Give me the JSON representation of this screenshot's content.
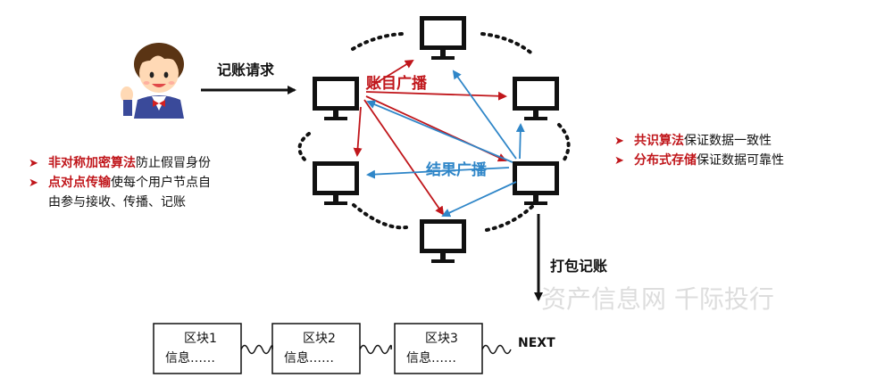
{
  "request_label": "记账请求",
  "ledger_broadcast_label": "账目广播",
  "result_broadcast_label": "结果广播",
  "package_label": "打包记账",
  "left_notes": {
    "line1_highlight": "非对称加密算法",
    "line1_rest": "防止假冒身份",
    "line2_highlight": "点对点传输",
    "line2_rest": "使每个用户节点自",
    "line3": "由参与接收、传播、记账"
  },
  "right_notes": {
    "line1_highlight": "共识算法",
    "line1_rest": "保证数据一致性",
    "line2_highlight": "分布式存储",
    "line2_rest": "保证数据可靠性"
  },
  "blocks": [
    {
      "title": "区块1",
      "info": "信息……"
    },
    {
      "title": "区块2",
      "info": "信息……"
    },
    {
      "title": "区块3",
      "info": "信息……"
    }
  ],
  "next_label": "NEXT",
  "watermark": "资产信息网 千际投行",
  "colors": {
    "red": "#c0161b",
    "blue": "#2f86c8",
    "black": "#111111"
  }
}
